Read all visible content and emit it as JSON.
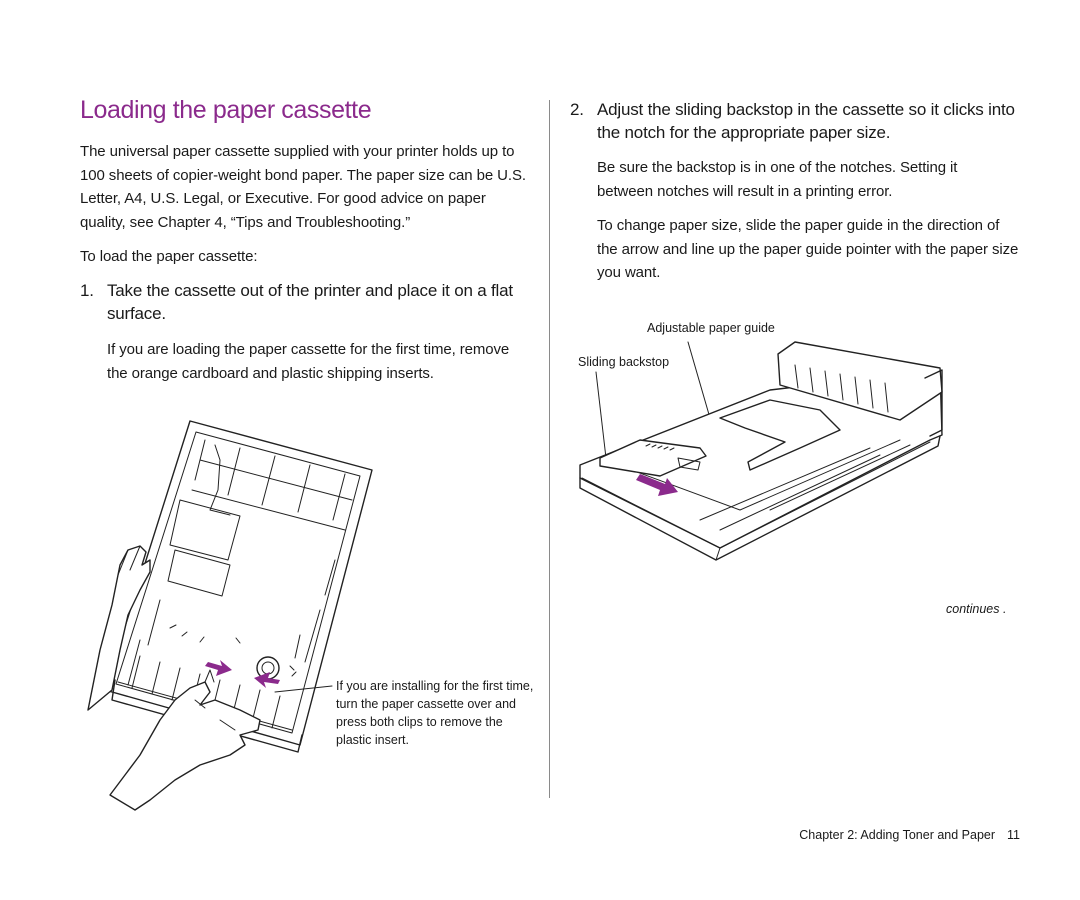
{
  "page": {
    "title": "Loading the paper cassette",
    "title_color": "#8b2a8c",
    "accent_arrow_color": "#8b2a8c"
  },
  "left": {
    "intro": "The universal paper cassette supplied with your printer holds up to 100 sheets of copier-weight bond paper. The paper size can be U.S. Letter, A4, U.S. Legal, or Executive. For good advice on paper quality, see Chapter 4, “Tips and Troubleshooting.”",
    "to_load": "To load the paper cassette:",
    "step1": {
      "number": "1.",
      "text": "Take the cassette out of the printer and place it on a flat surface.",
      "detail": "If you are loading the paper cassette for the first time, remove the orange cardboard and plastic shipping inserts."
    },
    "figure1_callout": "If you are installing for the first time, turn the paper cassette over and press both clips to remove the plastic insert."
  },
  "right": {
    "step2": {
      "number": "2.",
      "text": "Adjust the sliding backstop in the cassette so it clicks into the notch for the appropriate paper size.",
      "detail1": "Be sure the backstop is in one of the notches. Setting it between notches will result in a printing error.",
      "detail2": "To change paper size, slide the paper guide in the direction of the arrow and line up the paper guide pointer with the paper size you want."
    },
    "figure2_labels": {
      "guide": "Adjustable paper guide",
      "backstop": "Sliding backstop"
    },
    "continues": "continues"
  },
  "footer": {
    "chapter": "Chapter 2: Adding Toner and Paper",
    "page_number": "11"
  }
}
